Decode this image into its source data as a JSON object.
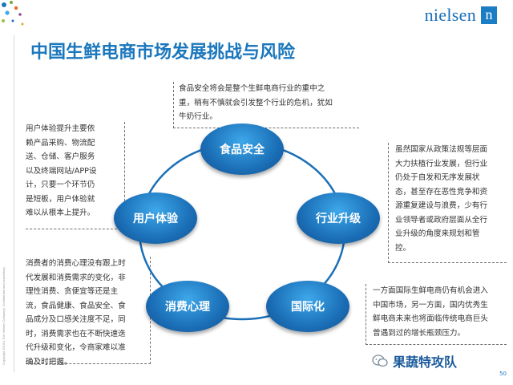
{
  "brand": {
    "logo_text": "nielsen",
    "logo_mark": "n"
  },
  "title": "中国生鲜电商市场发展挑战与风险",
  "nodes": {
    "food_safety": "食品安全",
    "industry_upgrade": "行业升级",
    "internationalization": "国际化",
    "consumer_psychology": "消费心理",
    "user_experience": "用户体验"
  },
  "notes": {
    "food_safety": [
      "食品安全将会是整个生鲜电商行业的重中之",
      "重，稍有不慎就会引发整个行业的危机，犹如",
      "牛奶行业。"
    ],
    "user_experience": [
      "用户体验提升主要依",
      "赖产品采购、物流配",
      "送、仓储、客户服务",
      "以及终端网站/APP设",
      "计，只要一个环节仍",
      "是短板，用户体验就",
      "难以从根本上提升。"
    ],
    "consumer_psychology": [
      "消费者的消费心理没有跟上时",
      "代发展和消费需求的变化，非",
      "理性消费、贪便宜等还是主",
      "流，食品健康、食品安全、食",
      "品成分及口感关注度不足，同",
      "时，消费需求也在不断快速迭",
      "代升级和变化，令商家难以准",
      "确及时把握。"
    ],
    "industry_upgrade": [
      "虽然国家从政策法规等层面",
      "大力扶植行业发展，但行业",
      "仍处于自发和无序发展状",
      "态，甚至存在恶性竞争和资",
      "源重复建设与浪费，少有行",
      "业领导者或政府层面从全行",
      "业升级的角度来规划和管",
      "控。"
    ],
    "internationalization": [
      "一方面国际生鲜电商仍有机会进入",
      "中国市场，另一方面，国内优秀生",
      "鲜电商未来也将面临传统电商巨头",
      "曾遇到过的增长瓶颈压力。"
    ]
  },
  "footer": {
    "watermark": "果蔬特攻队",
    "page": "50"
  },
  "side_note": "Copyright ©2014 The Nielsen Company. Confidential and proprietary.",
  "colors": {
    "accent": "#1b77bd",
    "node": "#1b6fb7",
    "text": "#333333"
  }
}
